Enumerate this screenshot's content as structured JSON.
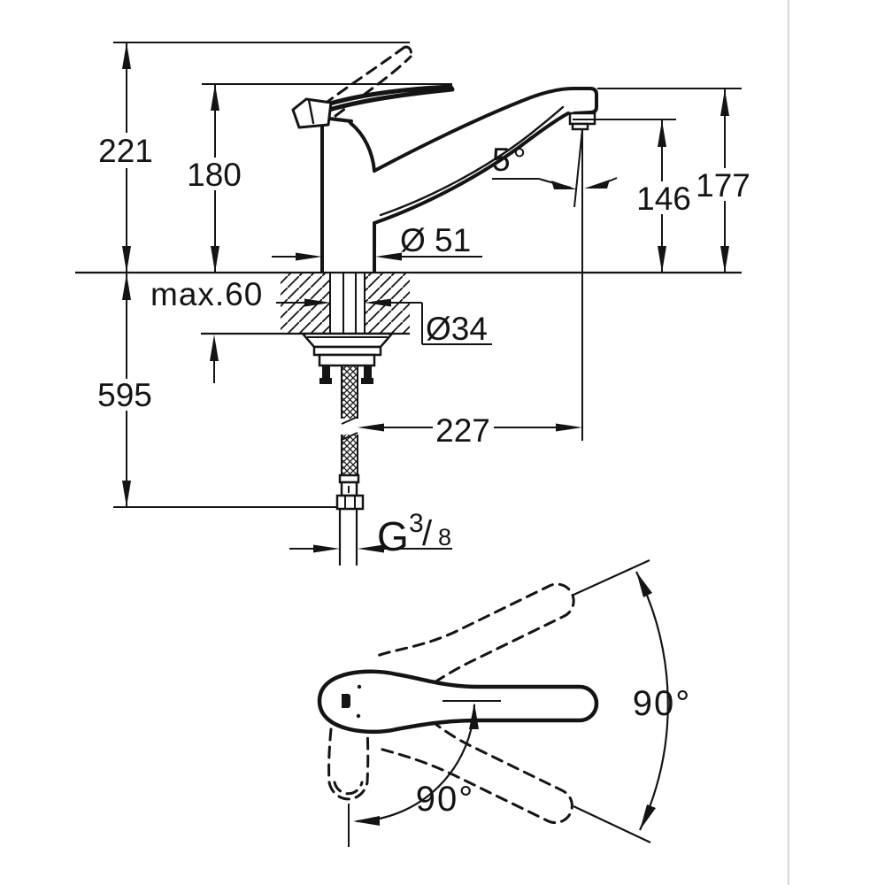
{
  "figure": {
    "kind": "technical-dimension-drawing",
    "subject": "single-lever sink mixer tap with mounting cross-section and handle swivel plan view"
  },
  "labels": {
    "height_total": "221",
    "height_handle": "180",
    "height_spout": "177",
    "height_outlet": "146",
    "stream_angle": "5°",
    "dia_base": "Ø 51",
    "deck_max": "max.60",
    "dia_hole": "Ø34",
    "length_below": "595",
    "reach": "227",
    "thread_letter": "G",
    "thread_numerator": "3",
    "thread_slash": "/",
    "thread_denominator": "8",
    "swivel_arc_right": "90°",
    "swivel_arc_bottom": "90°"
  },
  "colors": {
    "line": "#141414",
    "background": "#ffffff",
    "divider": "#c9c9c9"
  }
}
